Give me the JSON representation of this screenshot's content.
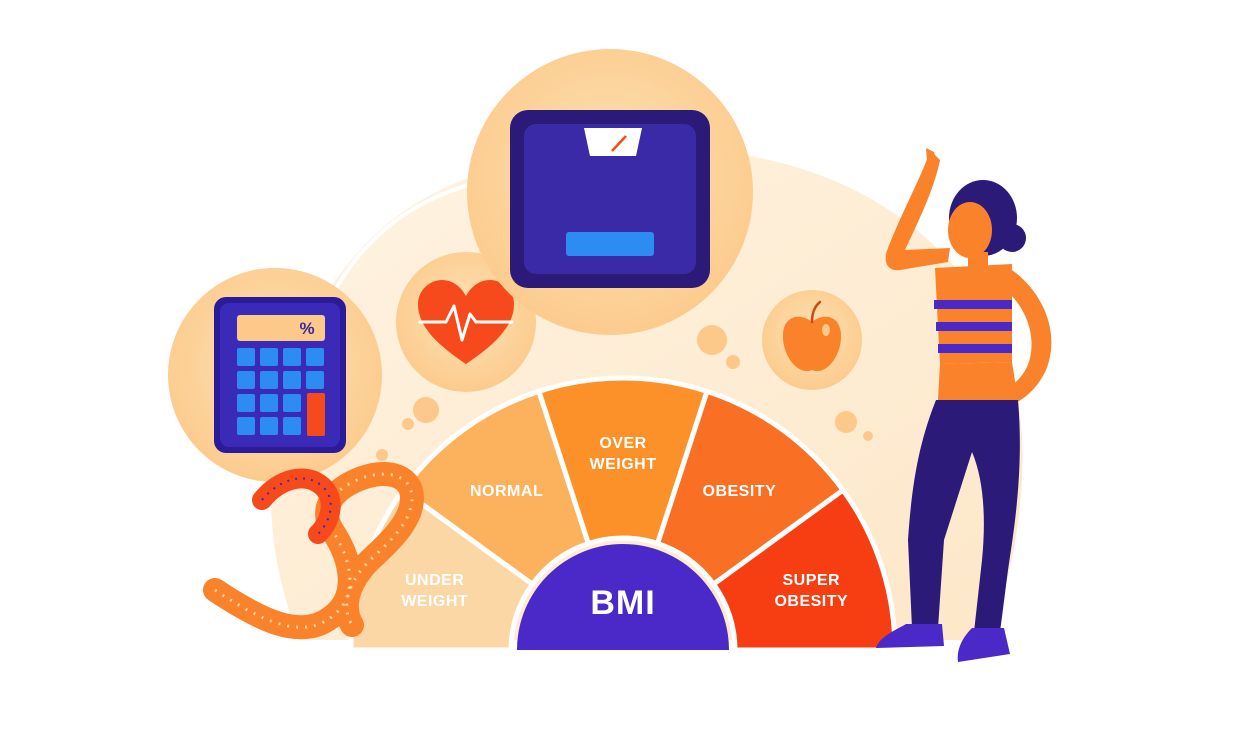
{
  "gauge": {
    "center_label": "BMI",
    "segments": [
      {
        "line1": "UNDER",
        "line2": "WEIGHT",
        "color": "#fcd7a6"
      },
      {
        "line1": "NORMAL",
        "line2": "",
        "color": "#fcb15c"
      },
      {
        "line1": "OVER",
        "line2": "WEIGHT",
        "color": "#fb9128"
      },
      {
        "line1": "OBESITY",
        "line2": "",
        "color": "#f96f24"
      },
      {
        "line1": "SUPER",
        "line2": "OBESITY",
        "color": "#f73d12"
      }
    ],
    "center_color": "#4b28c8"
  },
  "icons": {
    "calculator": {
      "name": "calculator-icon",
      "display": "%"
    },
    "heart": {
      "name": "heartbeat-icon"
    },
    "scale": {
      "name": "weighing-scale-icon"
    },
    "apple": {
      "name": "apple-icon"
    },
    "tape": {
      "name": "measuring-tape-icon"
    },
    "person": {
      "name": "woman-pointing-figure"
    }
  },
  "palette": {
    "accent_orange": "#f9822a",
    "deep_purple": "#2b1a78",
    "light_peach": "#fde6c6"
  }
}
